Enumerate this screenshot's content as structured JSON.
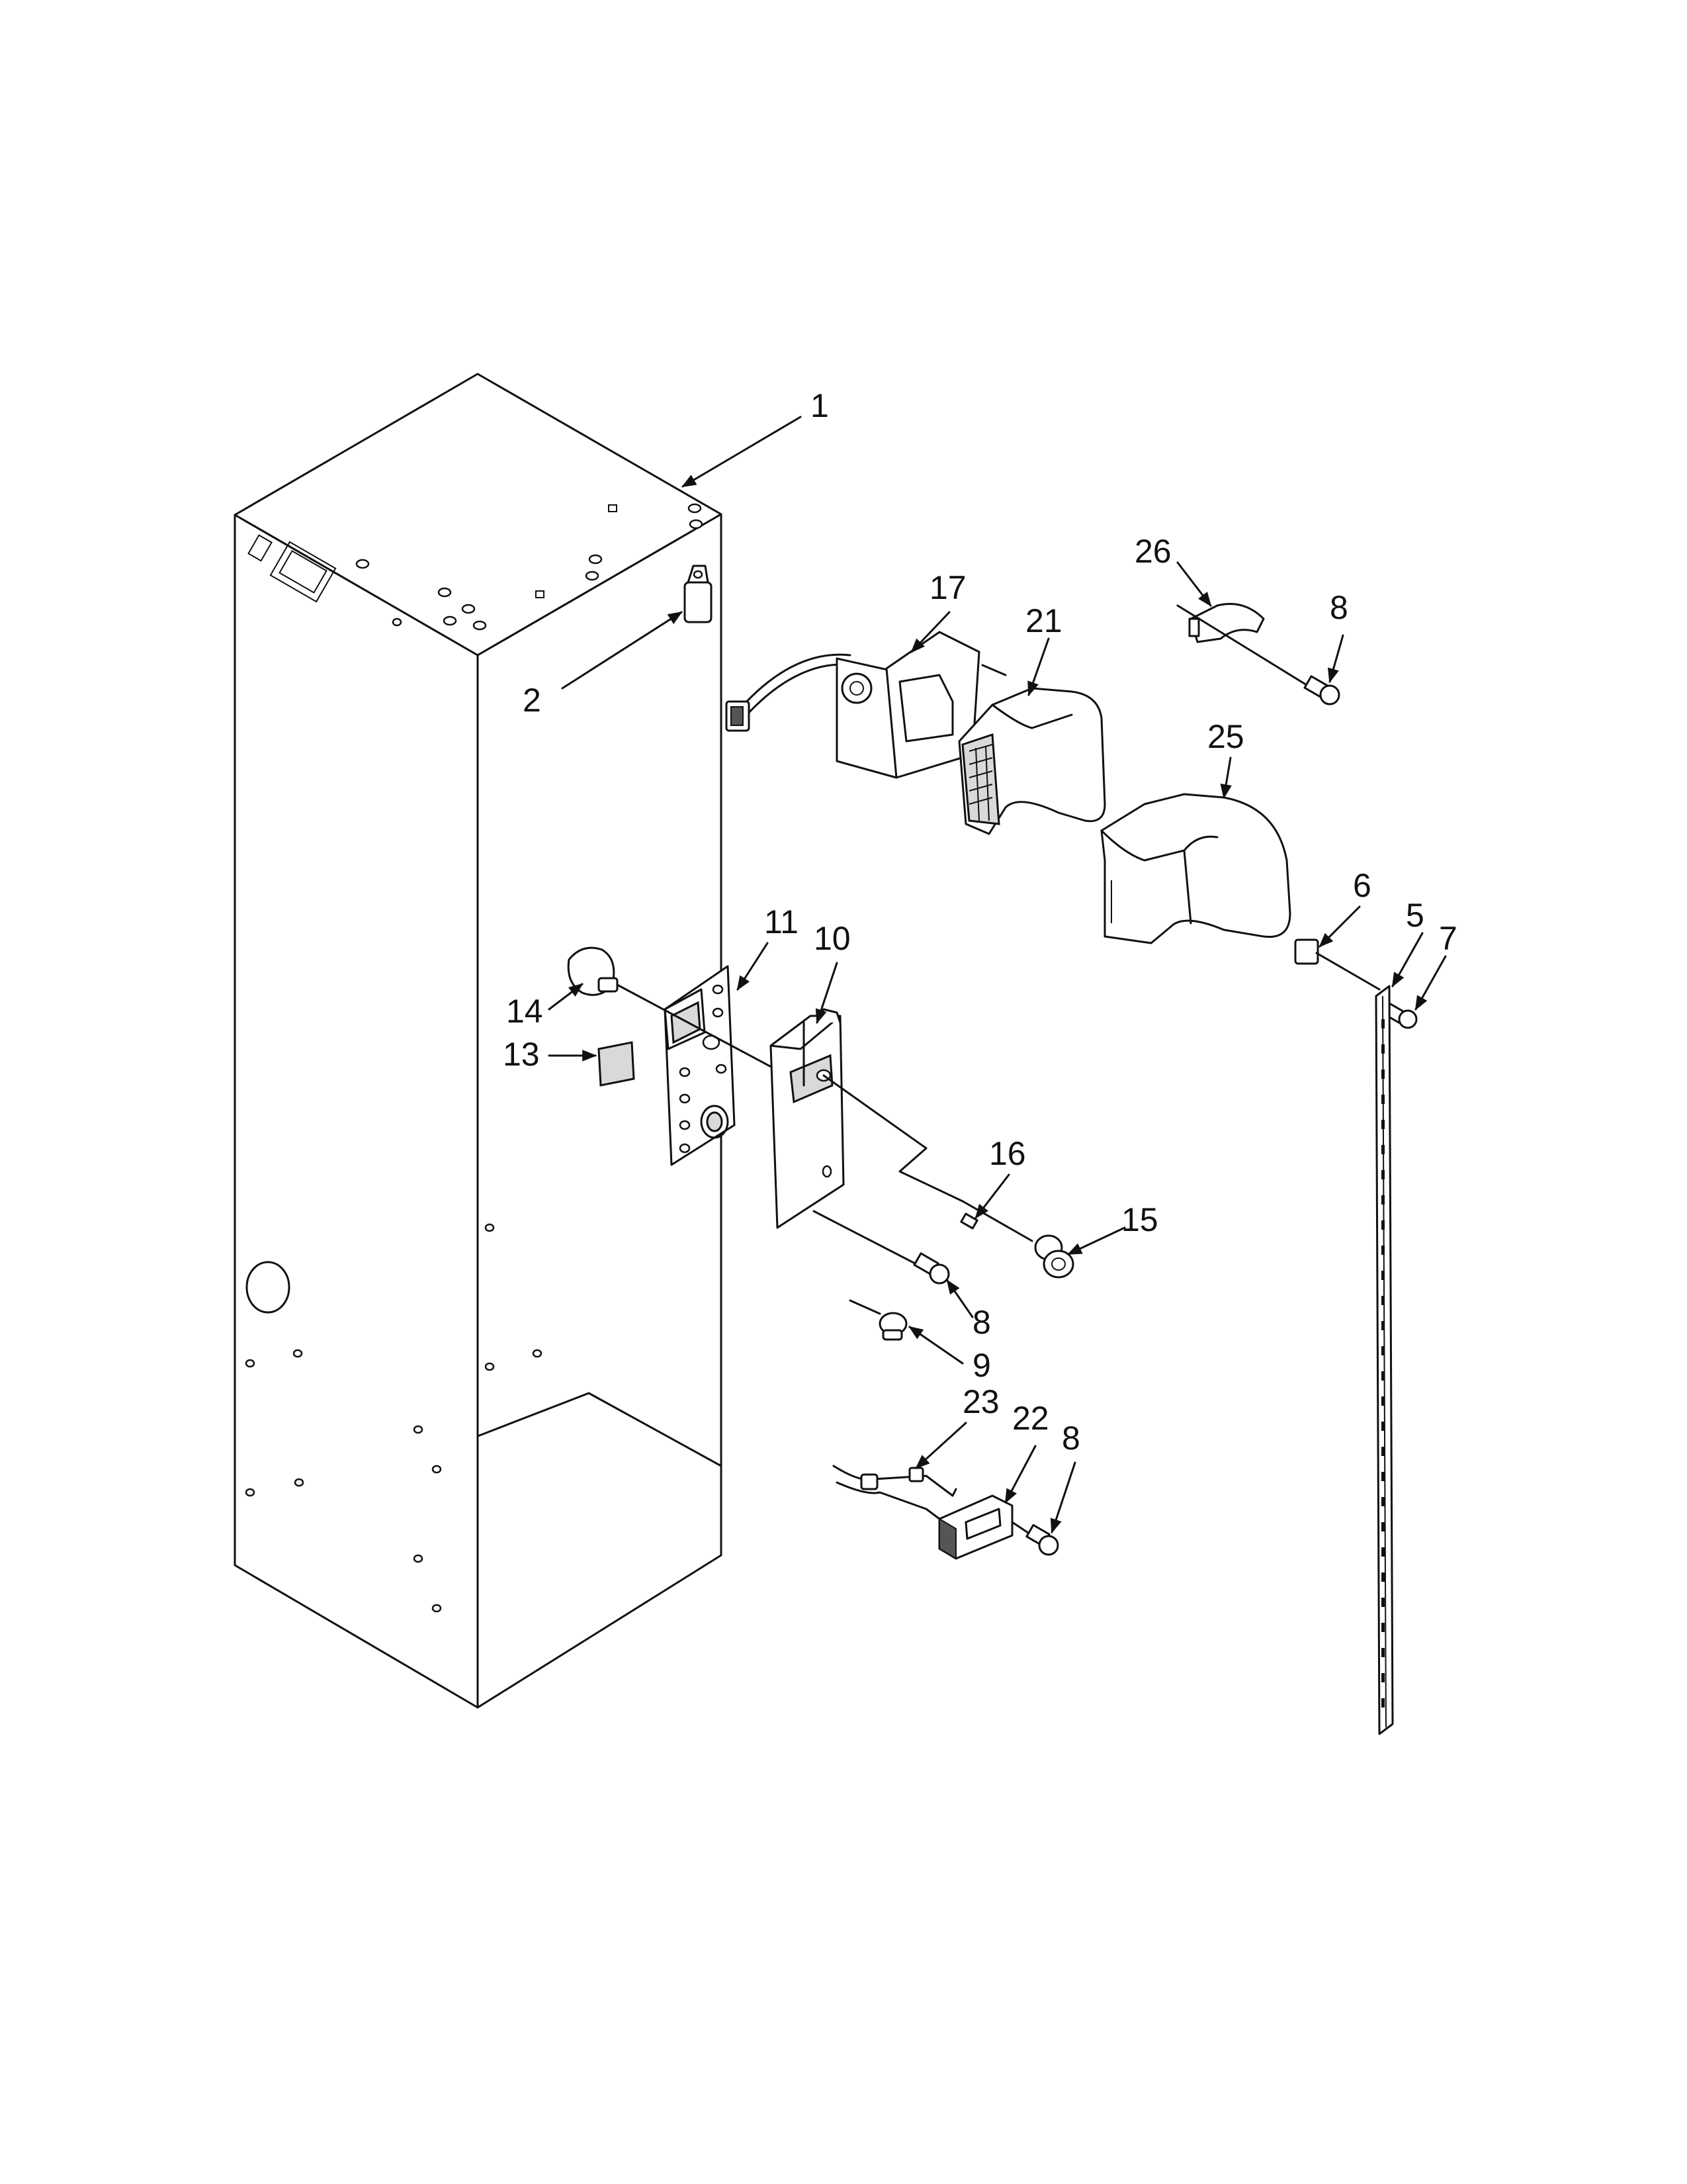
{
  "labels": {
    "p1": "1",
    "p2": "2",
    "p5": "5",
    "p6": "6",
    "p7": "7",
    "p8_top": "8",
    "p8_mid": "8",
    "p8_bot": "8",
    "p9": "9",
    "p10": "10",
    "p11": "11",
    "p13": "13",
    "p14": "14",
    "p15": "15",
    "p16": "16",
    "p17": "17",
    "p21": "21",
    "p22": "22",
    "p23": "23",
    "p25": "25",
    "p26": "26"
  }
}
